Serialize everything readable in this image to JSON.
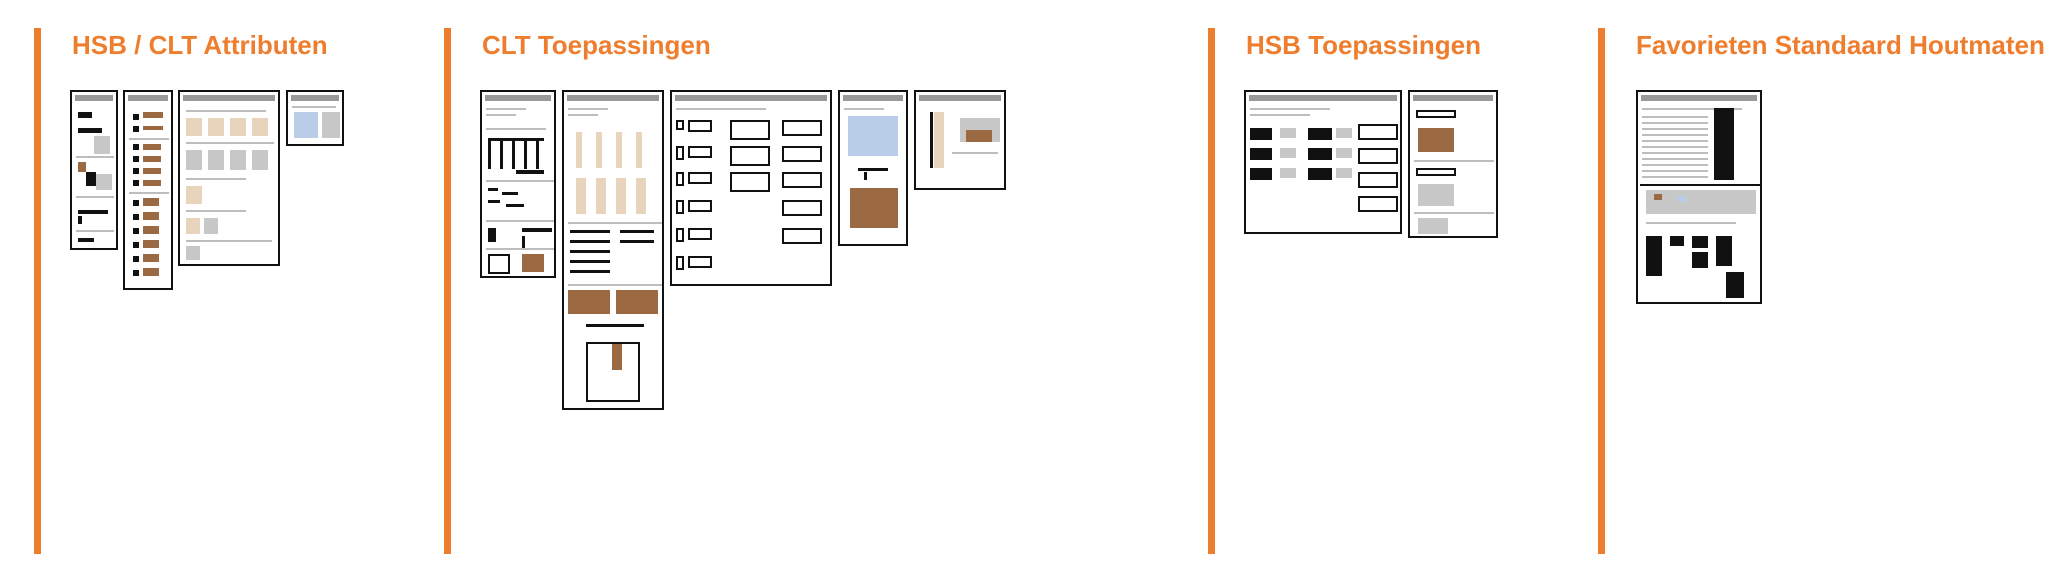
{
  "sections": [
    {
      "id": "hsb-clt-attributen",
      "title": "HSB / CLT Attributen"
    },
    {
      "id": "clt-toepassingen",
      "title": "CLT Toepassingen"
    },
    {
      "id": "hsb-toepassingen",
      "title": "HSB Toepassingen"
    },
    {
      "id": "favorieten-standaard-houtmaten",
      "title": "Favorieten Standaard Houtmaten"
    }
  ],
  "colors": {
    "accent": "#ee7d2e",
    "board_border": "#111111",
    "background": "#ffffff"
  }
}
